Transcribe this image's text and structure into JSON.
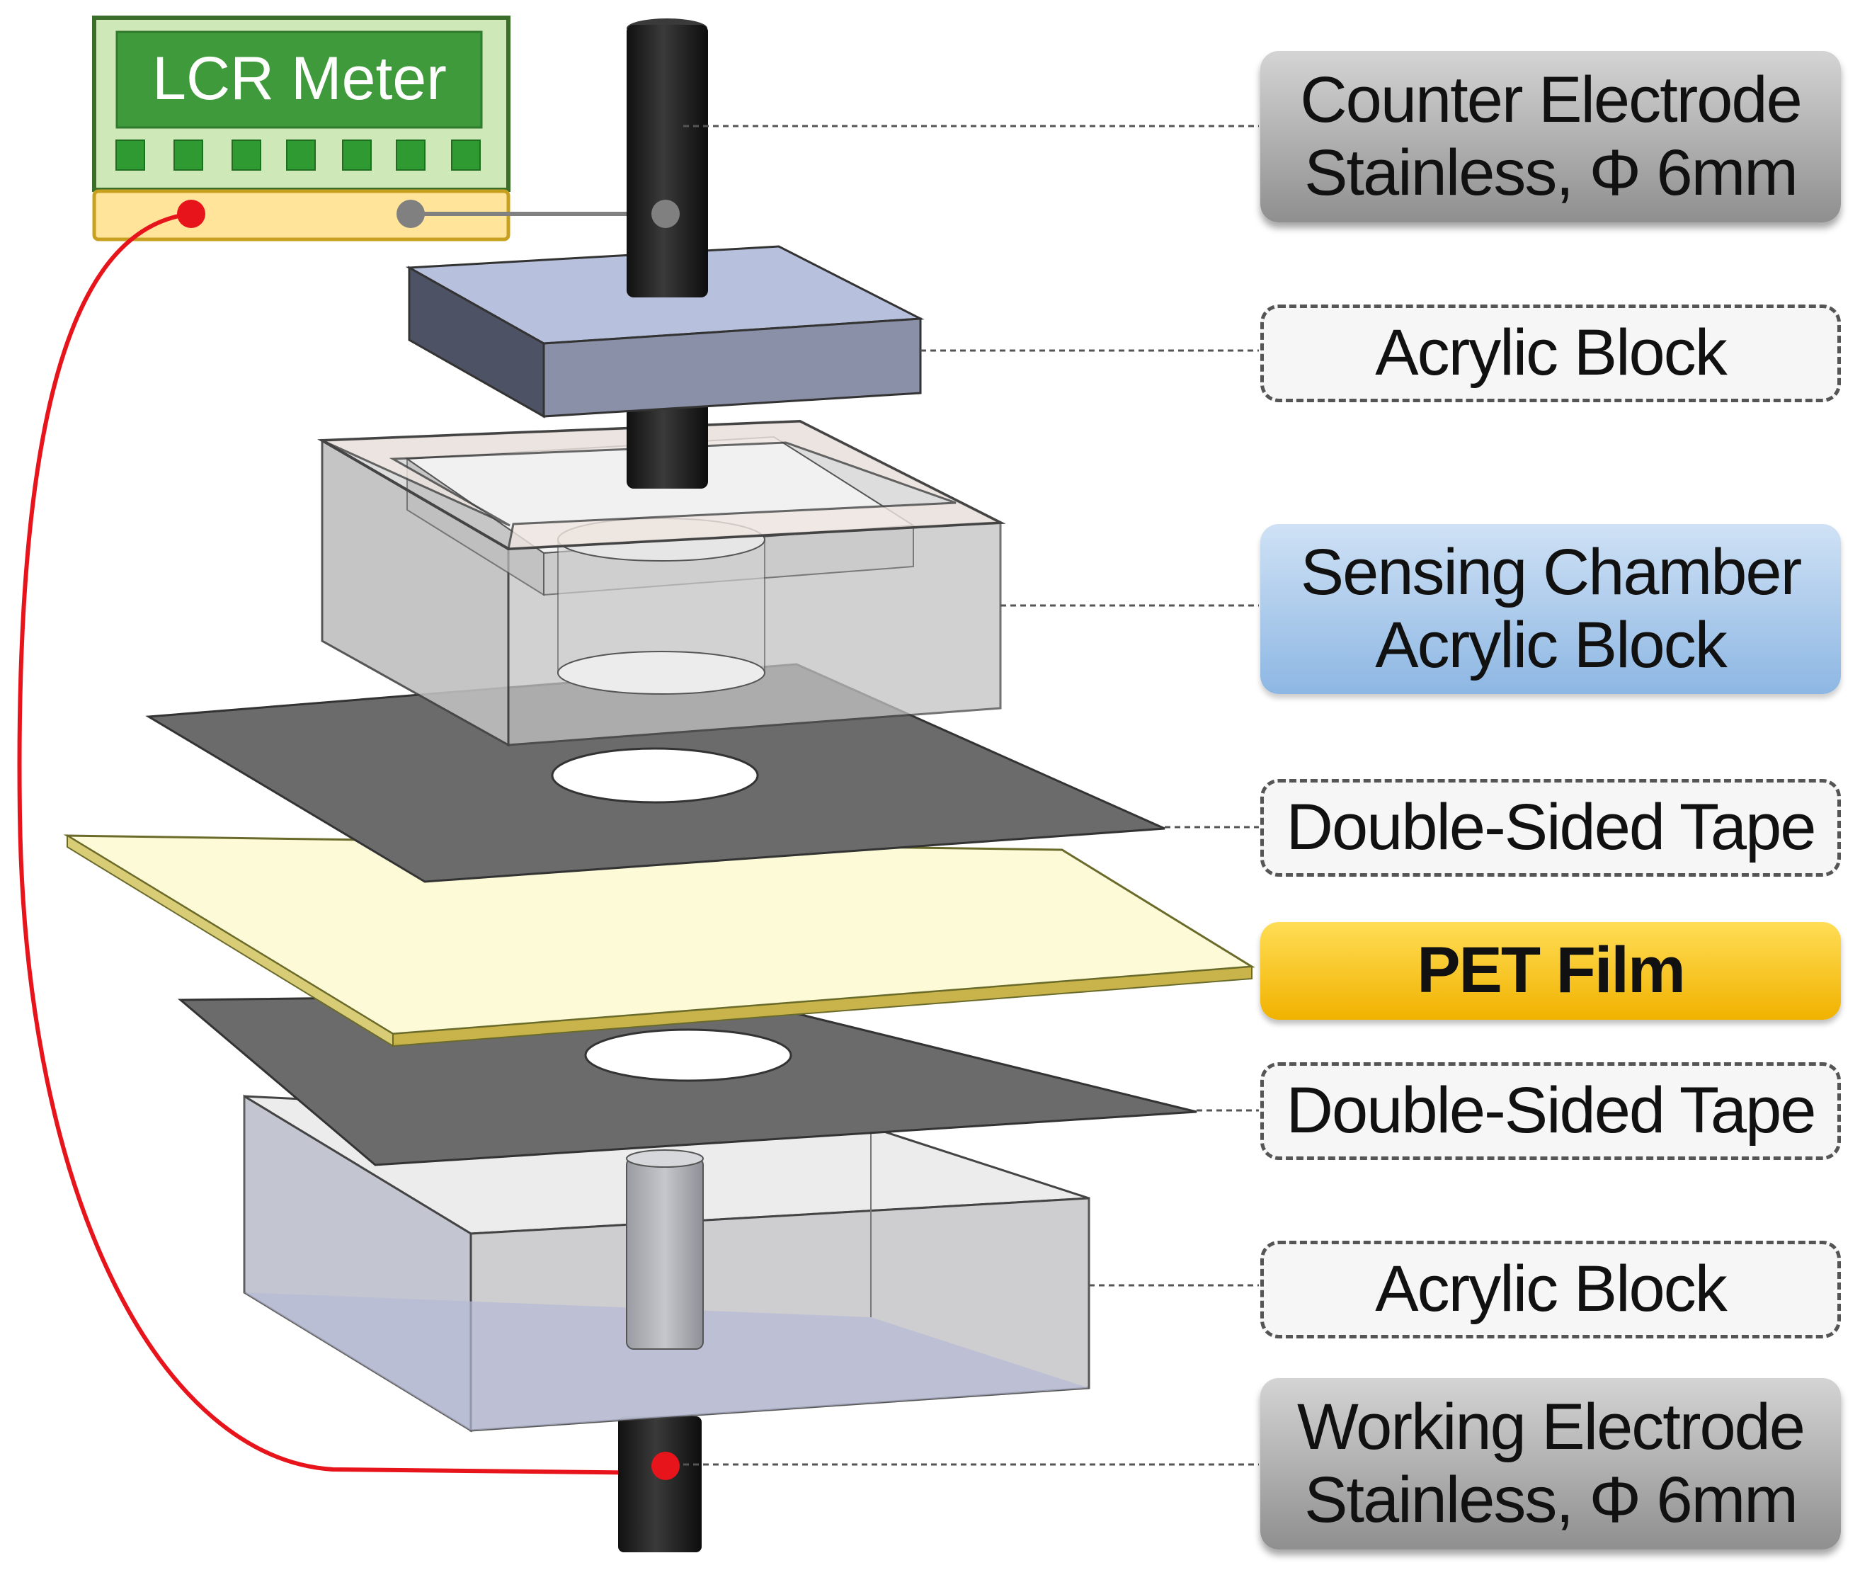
{
  "meter": {
    "name": "LCR Meter"
  },
  "labels": {
    "counter_electrode": {
      "line1": "Counter Electrode",
      "line2": "Stainless, Φ 6mm"
    },
    "acrylic_block_top": {
      "text": "Acrylic Block"
    },
    "sensing_chamber": {
      "line1": "Sensing Chamber",
      "line2": "Acrylic Block"
    },
    "tape_top": {
      "text": "Double-Sided Tape"
    },
    "pet_film": {
      "text": "PET Film"
    },
    "tape_bottom": {
      "text": "Double-Sided Tape"
    },
    "acrylic_block_bottom": {
      "text": "Acrylic Block"
    },
    "working_electrode": {
      "line1": "Working Electrode",
      "line2": "Stainless, Φ 6mm"
    }
  },
  "colors": {
    "meter_body": "#cfe8b8",
    "meter_screen": "#3e9a3a",
    "meter_base": "#ffe49a",
    "wire_red": "#e8141b",
    "wire_grey": "#808080",
    "electrode": "#1c1c1c",
    "acrylic_plate_top": "#b7c0dc",
    "tape": "#6b6b6b",
    "pet": "#fdfad8",
    "label_grey": "#a8a8a8",
    "label_blue": "#a9c8ec",
    "label_gold": "#ffc400"
  }
}
